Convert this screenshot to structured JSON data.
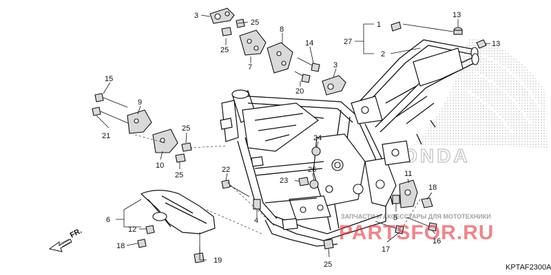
{
  "diagram": {
    "code": "KPTAF2300A",
    "direction_label": "FR.",
    "brand_logo": "HONDA",
    "watermark": {
      "tagline": "ЗАПЧАСТИ И АКСЕССУАРЫ ДЛЯ МОТОТЕХНИКИ",
      "domain": "PARTSFOR.RU",
      "color": "#e8202a"
    },
    "callouts": [
      {
        "id": "c3a",
        "label": "3"
      },
      {
        "id": "c25a",
        "label": "25"
      },
      {
        "id": "c25b",
        "label": "25"
      },
      {
        "id": "c8",
        "label": "8"
      },
      {
        "id": "c7",
        "label": "7"
      },
      {
        "id": "c14",
        "label": "14"
      },
      {
        "id": "c20",
        "label": "20"
      },
      {
        "id": "c3b",
        "label": "3"
      },
      {
        "id": "c27",
        "label": "27"
      },
      {
        "id": "c1",
        "label": "1"
      },
      {
        "id": "c2",
        "label": "2"
      },
      {
        "id": "c13a",
        "label": "13"
      },
      {
        "id": "c13b",
        "label": "13"
      },
      {
        "id": "c15",
        "label": "15"
      },
      {
        "id": "c9",
        "label": "9"
      },
      {
        "id": "c21",
        "label": "21"
      },
      {
        "id": "c25c",
        "label": "25"
      },
      {
        "id": "c10",
        "label": "10"
      },
      {
        "id": "c25d",
        "label": "25"
      },
      {
        "id": "c22",
        "label": "22"
      },
      {
        "id": "c24",
        "label": "24"
      },
      {
        "id": "c26",
        "label": "26"
      },
      {
        "id": "c23",
        "label": "23"
      },
      {
        "id": "c11",
        "label": "11"
      },
      {
        "id": "c18a",
        "label": "18"
      },
      {
        "id": "c4",
        "label": "4"
      },
      {
        "id": "c5",
        "label": "5"
      },
      {
        "id": "c6",
        "label": "6"
      },
      {
        "id": "c12",
        "label": "12"
      },
      {
        "id": "c18b",
        "label": "18"
      },
      {
        "id": "c19",
        "label": "19"
      },
      {
        "id": "c16",
        "label": "16"
      },
      {
        "id": "c17",
        "label": "17"
      },
      {
        "id": "c25e",
        "label": "25"
      }
    ]
  }
}
